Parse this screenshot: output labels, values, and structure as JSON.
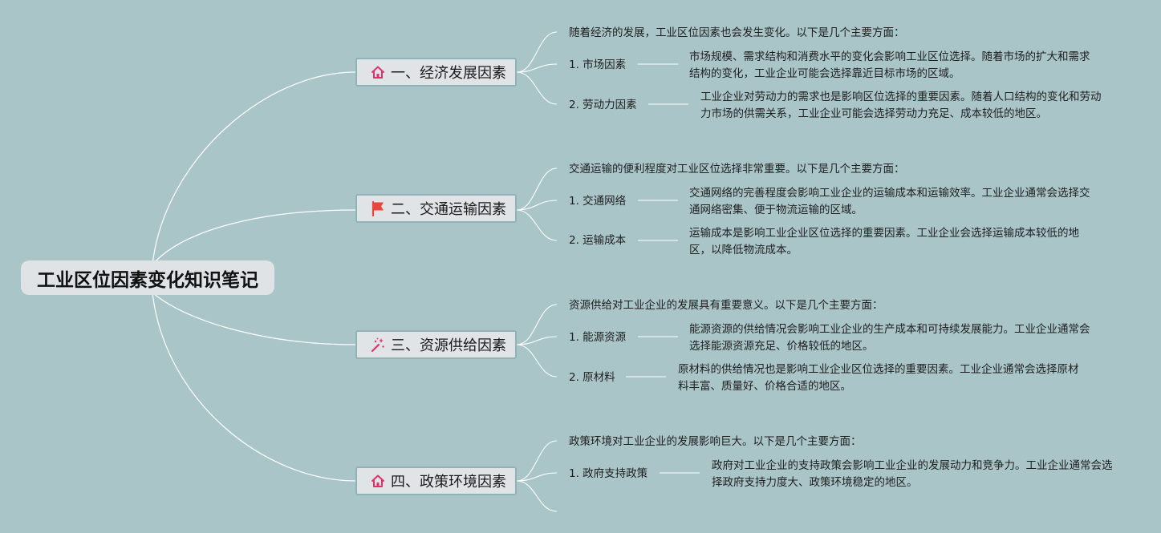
{
  "root": {
    "title": "工业区位因素变化知识笔记"
  },
  "branches": [
    {
      "icon": "house-icon",
      "label": "一、经济发展因素",
      "intro": "随着经济的发展，工业区位因素也会发生变化。以下是几个主要方面：",
      "items": [
        {
          "label": "1. 市场因素",
          "desc": "市场规模、需求结构和消费水平的变化会影响工业区位选择。随着市场的扩大和需求结构的变化，工业企业可能会选择靠近目标市场的区域。"
        },
        {
          "label": "2. 劳动力因素",
          "desc": "工业企业对劳动力的需求也是影响区位选择的重要因素。随着人口结构的变化和劳动力市场的供需关系，工业企业可能会选择劳动力充足、成本较低的地区。"
        }
      ]
    },
    {
      "icon": "flag-icon",
      "label": "二、交通运输因素",
      "intro": "交通运输的便利程度对工业区位选择非常重要。以下是几个主要方面：",
      "items": [
        {
          "label": "1. 交通网络",
          "desc": "交通网络的完善程度会影响工业企业的运输成本和运输效率。工业企业通常会选择交通网络密集、便于物流运输的区域。"
        },
        {
          "label": "2. 运输成本",
          "desc": "运输成本是影响工业企业区位选择的重要因素。工业企业会选择运输成本较低的地区，以降低物流成本。"
        }
      ]
    },
    {
      "icon": "magic-wand-icon",
      "label": "三、资源供给因素",
      "intro": "资源供给对工业企业的发展具有重要意义。以下是几个主要方面：",
      "items": [
        {
          "label": "1. 能源资源",
          "desc": "能源资源的供给情况会影响工业企业的生产成本和可持续发展能力。工业企业通常会选择能源资源充足、价格较低的地区。"
        },
        {
          "label": "2. 原材料",
          "desc": "原材料的供给情况也是影响工业企业区位选择的重要因素。工业企业通常会选择原材料丰富、质量好、价格合适的地区。"
        }
      ]
    },
    {
      "icon": "house-icon",
      "label": "四、政策环境因素",
      "intro": "政策环境对工业企业的发展影响巨大。以下是几个主要方面：",
      "items": [
        {
          "label": "1. 政府支持政策",
          "desc": "政府对工业企业的支持政策会影响工业企业的发展动力和竞争力。工业企业通常会选择政府支持力度大、政策环境稳定的地区。"
        }
      ]
    }
  ],
  "colors": {
    "background": "#a9c5c8",
    "connector": "#ffffff",
    "node_border": "#8eb4b6",
    "icon_red": "#e8453c",
    "icon_pink": "#e0326a"
  }
}
